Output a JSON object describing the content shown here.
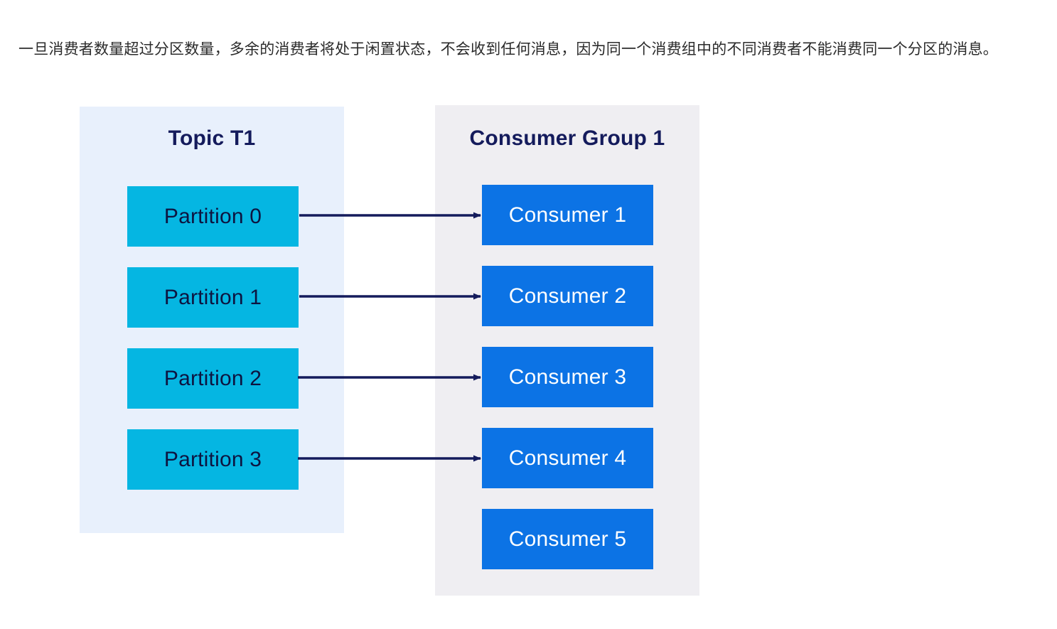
{
  "paragraph": {
    "text": "一旦消费者数量超过分区数量，多余的消费者将处于闲置状态，不会收到任何消息，因为同一个消费组中的不同消费者不能消费同一个分区的消息。"
  },
  "diagram": {
    "type": "kafka-consumer-group-assignment",
    "colors": {
      "topic_panel_bg": "#e8f0fc",
      "consumer_panel_bg": "#efeef2",
      "partition_fill": "#05b6e2",
      "consumer_fill": "#0c73e5",
      "title_text": "#141b5c",
      "partition_text": "#0d1440",
      "consumer_text": "#ffffff",
      "arrow": "#141b5c"
    },
    "topic_panel": {
      "title": "Topic T1",
      "partitions": [
        {
          "label": "Partition 0"
        },
        {
          "label": "Partition 1"
        },
        {
          "label": "Partition 2"
        },
        {
          "label": "Partition 3"
        }
      ]
    },
    "consumer_panel": {
      "title": "Consumer Group 1",
      "consumers": [
        {
          "label": "Consumer 1",
          "assigned": true
        },
        {
          "label": "Consumer 2",
          "assigned": true
        },
        {
          "label": "Consumer 3",
          "assigned": true
        },
        {
          "label": "Consumer 4",
          "assigned": true
        },
        {
          "label": "Consumer 5",
          "assigned": false
        }
      ]
    },
    "connections": [
      {
        "from": "Partition 0",
        "to": "Consumer 1"
      },
      {
        "from": "Partition 1",
        "to": "Consumer 2"
      },
      {
        "from": "Partition 2",
        "to": "Consumer 3"
      },
      {
        "from": "Partition 3",
        "to": "Consumer 4"
      }
    ]
  }
}
